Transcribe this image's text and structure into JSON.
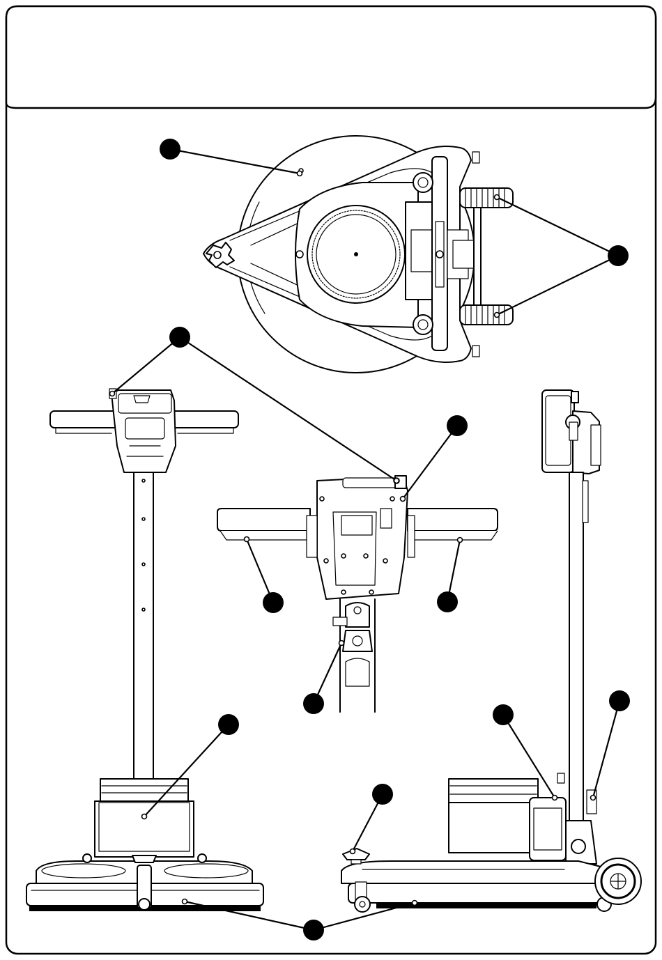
{
  "diagram": {
    "header_text": "",
    "views": [
      "top-view",
      "front-view",
      "handle-detail-view",
      "side-view"
    ],
    "callout_count": 11,
    "colors": {
      "ink": "#000000",
      "paper": "#ffffff"
    }
  }
}
